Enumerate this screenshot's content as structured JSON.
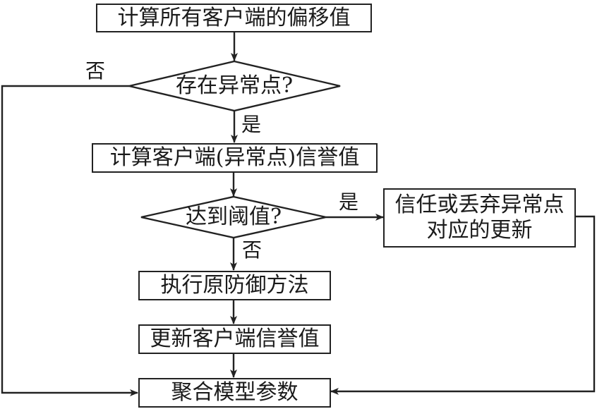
{
  "nodes": {
    "compute_offsets": "计算所有客户端的偏移值",
    "has_outliers": "存在异常点?",
    "compute_reputation": "计算客户端(异常点)信誉值",
    "reach_threshold": "达到阈值?",
    "trust_or_discard_line1": "信任或丢弃异常点",
    "trust_or_discard_line2": "对应的更新",
    "run_original_defense": "执行原防御方法",
    "update_reputation": "更新客户端信誉值",
    "aggregate_params": "聚合模型参数"
  },
  "edges": {
    "outlier_no": "否",
    "outlier_yes": "是",
    "threshold_yes": "是",
    "threshold_no": "否"
  },
  "colors": {
    "stroke": "#222222",
    "text": "#1a1a1a",
    "background": "#ffffff"
  }
}
